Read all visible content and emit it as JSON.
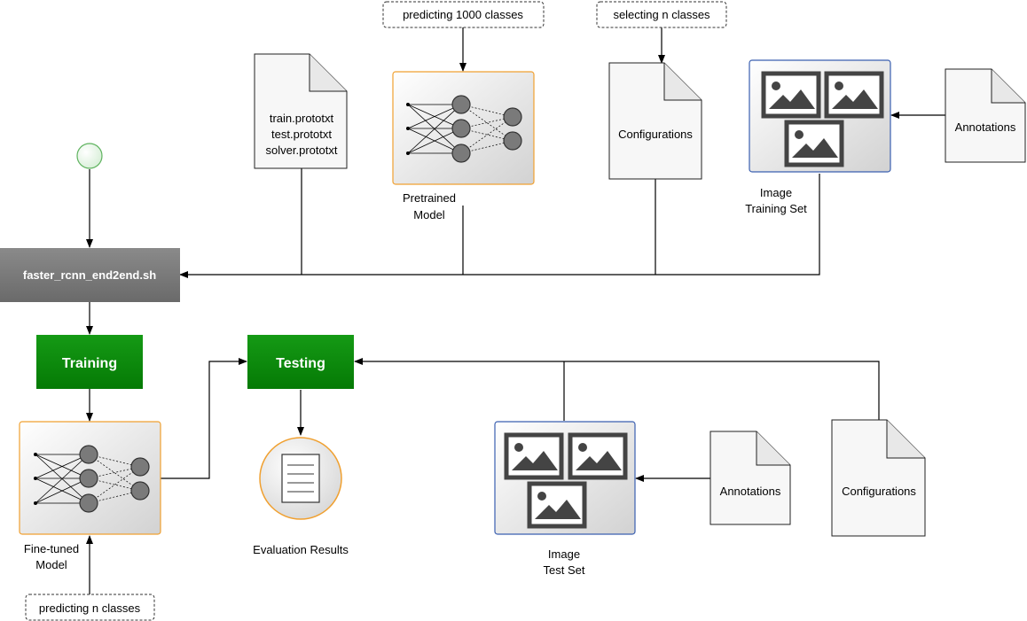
{
  "labels": {
    "script": "faster_rcnn_end2end.sh",
    "training": "Training",
    "testing": "Testing",
    "pretrained_model_line1": "Pretrained",
    "pretrained_model_line2": "Model",
    "finetuned_model_line1": "Fine-tuned",
    "finetuned_model_line2": "Model",
    "image_training_set_line1": "Image",
    "image_training_set_line2": "Training Set",
    "image_test_set_line1": "Image",
    "image_test_set_line2": "Test Set",
    "evaluation_results": "Evaluation Results",
    "prototxt_files": [
      "train.prototxt",
      "test.prototxt",
      "solver.prototxt"
    ],
    "configurations_top": "Configurations",
    "configurations_bottom": "Configurations",
    "annotations_top": "Annotations",
    "annotations_bottom": "Annotations",
    "note_predicting_1000": "predicting 1000 classes",
    "note_selecting_n": "selecting n classes",
    "note_predicting_n": "predicting n classes"
  },
  "colors": {
    "script_fill": "#808080",
    "process_green": "#0a8a0a",
    "orange_border": "#f0a030",
    "blue_border": "#3a5fb0",
    "edge": "#000000"
  }
}
